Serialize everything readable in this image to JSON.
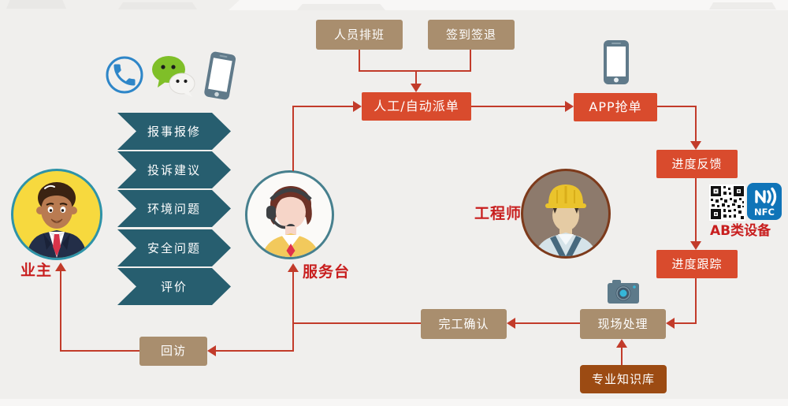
{
  "diagram_title": "property-service-workflow",
  "actors": {
    "owner": "业主",
    "service_desk": "服务台",
    "engineer": "工程师"
  },
  "request_types": [
    "报事报修",
    "投诉建议",
    "环境问题",
    "安全问题",
    "评价"
  ],
  "nodes": {
    "staff_scheduling": "人员排班",
    "check_in_out": "签到签退",
    "dispatch": "人工/自动派单",
    "app_grab": "APP抢单",
    "progress_feedback": "进度反馈",
    "progress_tracking": "进度跟踪",
    "onsite_handling": "现场处理",
    "knowledge_base": "专业知识库",
    "completion_confirm": "完工确认",
    "follow_up": "回访"
  },
  "labels": {
    "device_class": "AB类设备",
    "nfc": "NFC"
  },
  "icons": [
    "phone-call-icon",
    "wechat-icon",
    "mobile-phone-icon",
    "smartphone-app-icon",
    "qr-code-icon",
    "nfc-icon",
    "camera-icon"
  ],
  "colors": {
    "background": "#f0efed",
    "red_box": "#d94b2d",
    "tan_box": "#a98e6e",
    "rust_box": "#9c4b13",
    "chevron": "#275e6f",
    "connector": "#c23b2a",
    "red_label": "#c81e1e",
    "nfc_blue": "#0f74b8",
    "wechat_green": "#7fbf28"
  }
}
